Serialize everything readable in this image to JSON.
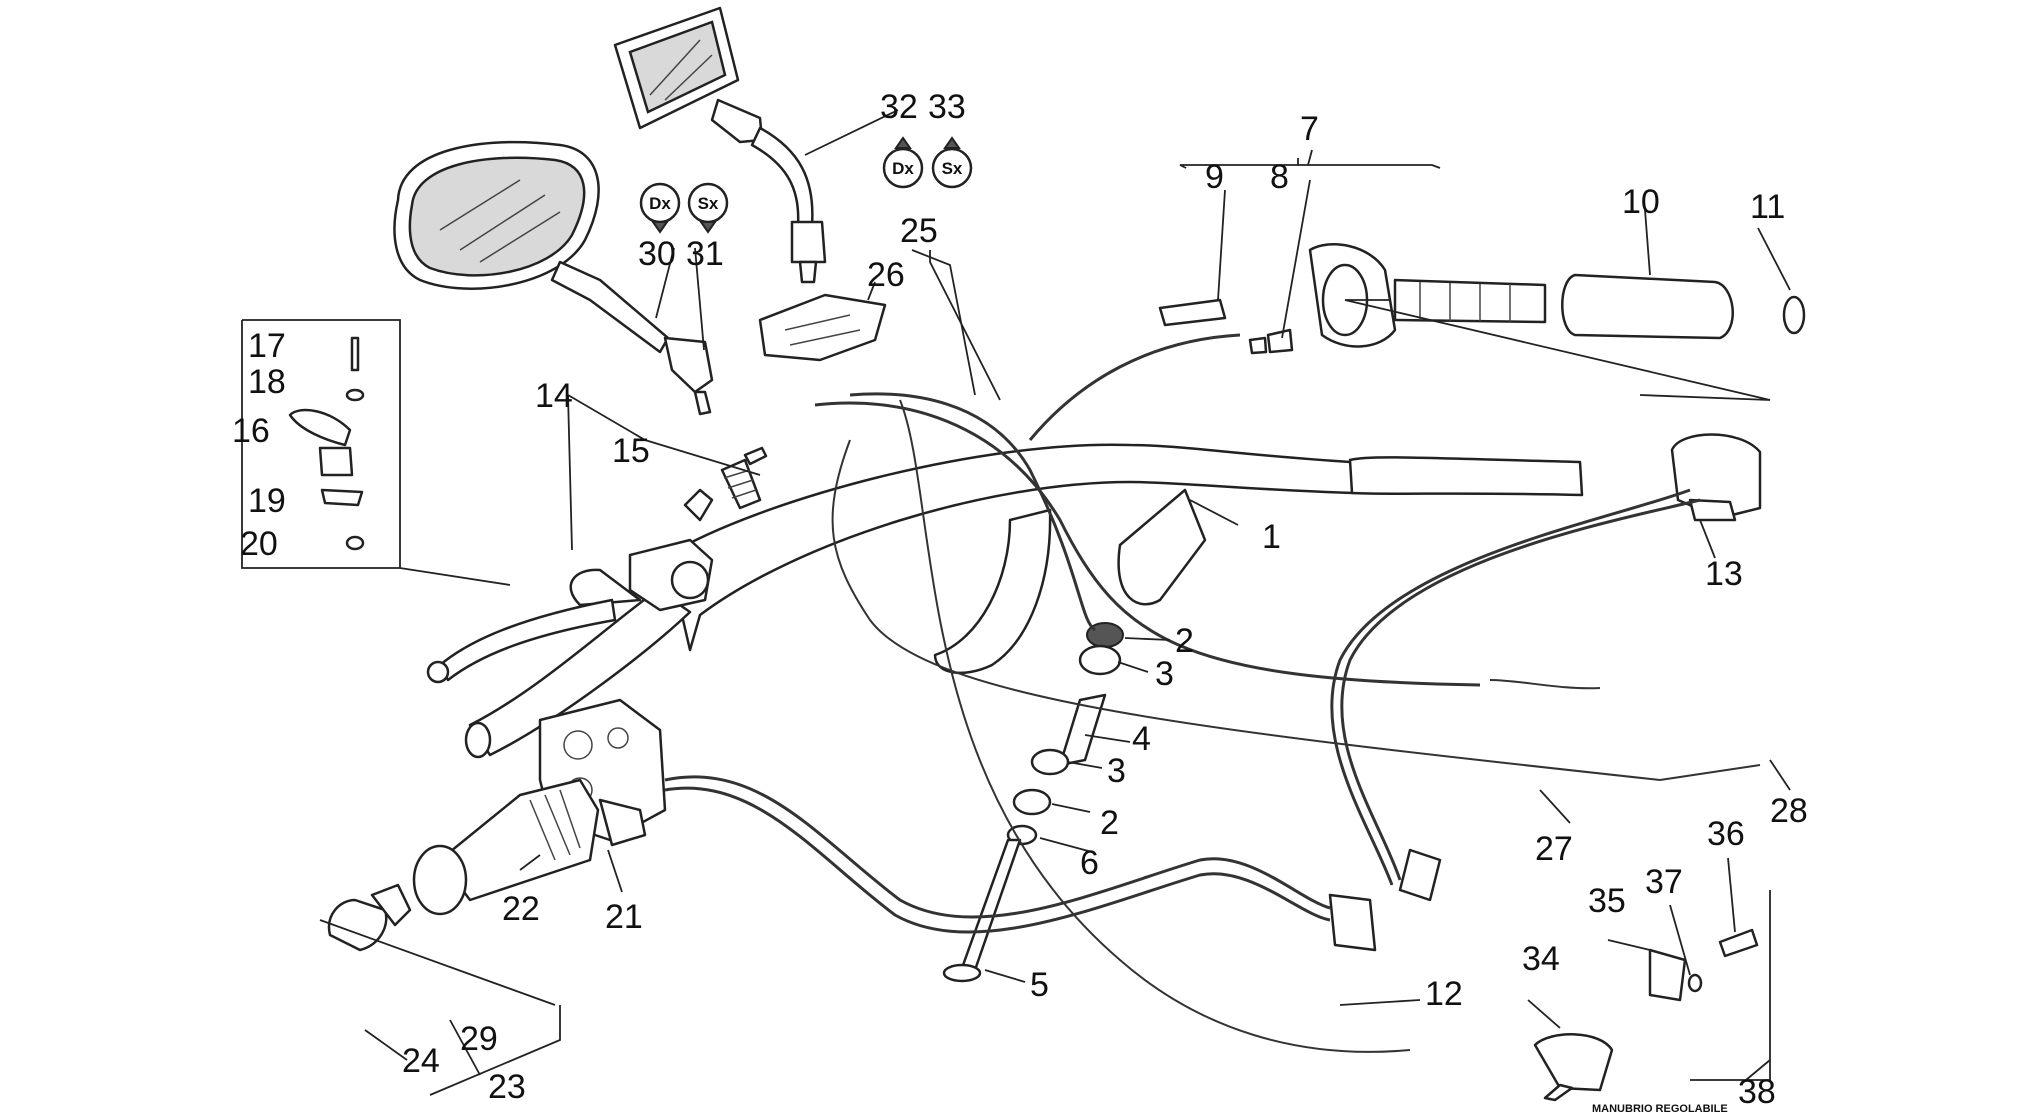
{
  "callouts": [
    {
      "n": "1"
    },
    {
      "n": "2"
    },
    {
      "n": "2"
    },
    {
      "n": "3"
    },
    {
      "n": "3"
    },
    {
      "n": "4"
    },
    {
      "n": "5"
    },
    {
      "n": "6"
    },
    {
      "n": "7"
    },
    {
      "n": "8"
    },
    {
      "n": "9"
    },
    {
      "n": "10"
    },
    {
      "n": "11"
    },
    {
      "n": "12"
    },
    {
      "n": "13"
    },
    {
      "n": "14"
    },
    {
      "n": "15"
    },
    {
      "n": "16"
    },
    {
      "n": "17"
    },
    {
      "n": "18"
    },
    {
      "n": "19"
    },
    {
      "n": "20"
    },
    {
      "n": "21"
    },
    {
      "n": "22"
    },
    {
      "n": "23"
    },
    {
      "n": "24"
    },
    {
      "n": "25"
    },
    {
      "n": "26"
    },
    {
      "n": "27"
    },
    {
      "n": "28"
    },
    {
      "n": "29"
    },
    {
      "n": "30"
    },
    {
      "n": "31"
    },
    {
      "n": "32"
    },
    {
      "n": "33"
    },
    {
      "n": "34"
    },
    {
      "n": "35"
    },
    {
      "n": "36"
    },
    {
      "n": "37"
    },
    {
      "n": "38"
    }
  ],
  "badges": {
    "dx": "Dx",
    "sx": "Sx"
  },
  "note": "MANUBRIO REGOLABILE"
}
